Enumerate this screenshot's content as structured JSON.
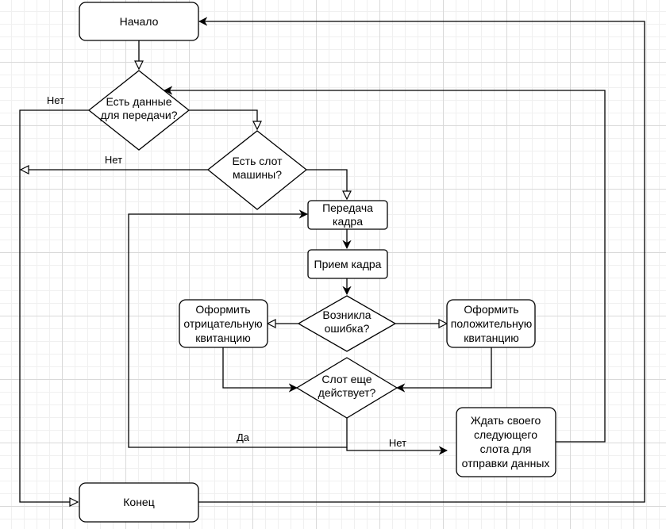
{
  "nodes": {
    "start": "Начало",
    "has_data": [
      "Есть данные",
      "для передачи?"
    ],
    "has_slot": [
      "Есть слот",
      "машины?"
    ],
    "send_frame": [
      "Передача",
      "кадра"
    ],
    "receive_frame": "Прием кадра",
    "error": [
      "Возникла",
      "ошибка?"
    ],
    "negative_ack": [
      "Оформить",
      "отрицательную",
      "квитанцию"
    ],
    "positive_ack": [
      "Оформить",
      "положительную",
      "квитанцию"
    ],
    "slot_active": [
      "Слот еще",
      "действует?"
    ],
    "wait_slot": [
      "Ждать своего",
      "следующего",
      "слота для",
      "отправки данных"
    ],
    "end": "Конец"
  },
  "edge_labels": {
    "no_data": "Нет",
    "no_slot": "Нет",
    "yes_slot_active": "Да",
    "no_slot_active": "Нет"
  }
}
